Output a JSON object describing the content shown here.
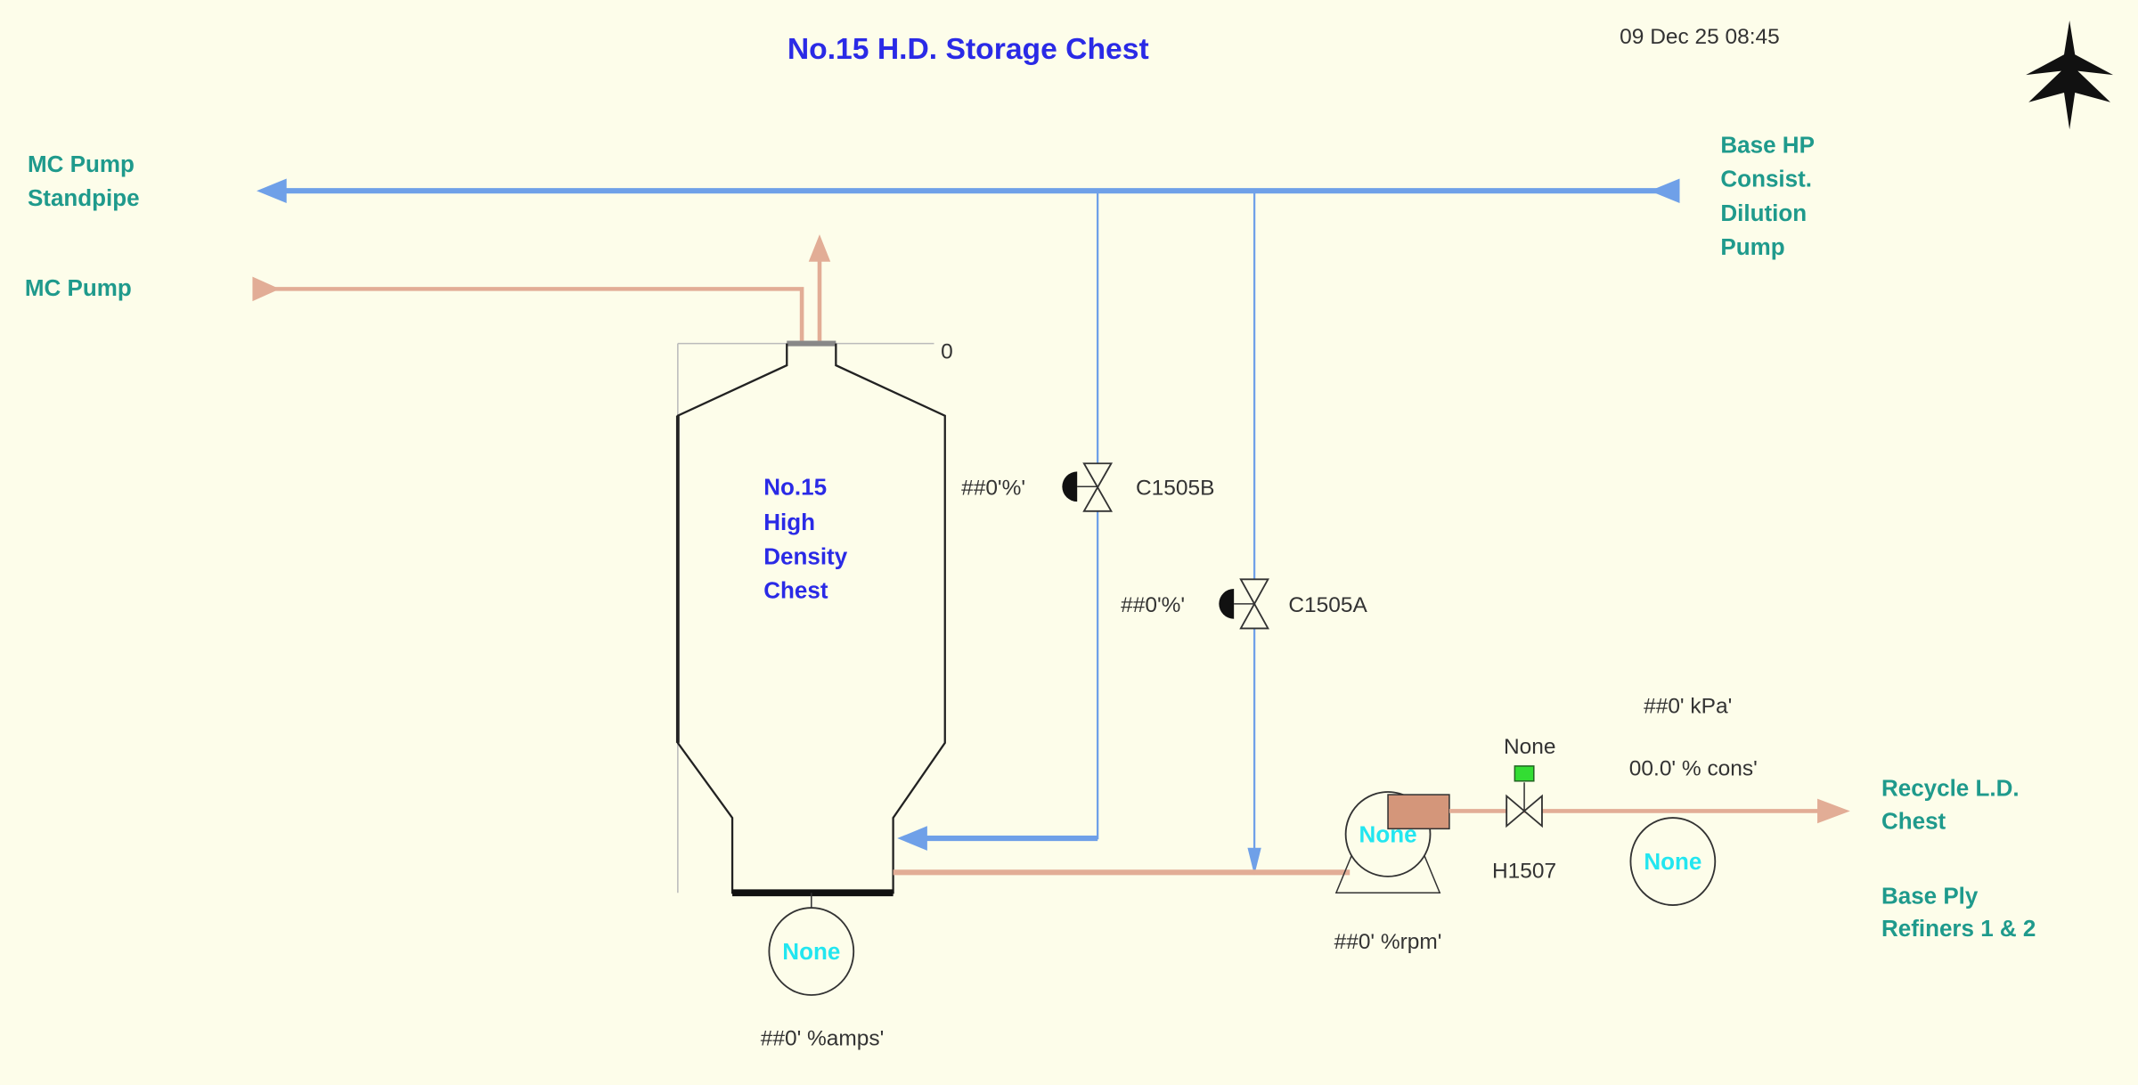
{
  "header": {
    "title": "No.15 H.D. Storage Chest",
    "datetime": "09 Dec 25 08:45",
    "logo_icon": "fern-logo-icon"
  },
  "labels": {
    "mc_pump_standpipe": [
      "MC Pump",
      "Standpipe"
    ],
    "mc_pump": "MC Pump",
    "base_hp": [
      "Base HP",
      "Consist.",
      "Dilution",
      "Pump"
    ],
    "recycle": [
      "Recycle L.D.",
      "Chest"
    ],
    "base_ply": [
      "Base Ply",
      "Refiners 1 & 2"
    ]
  },
  "tank": {
    "label": [
      "No.15",
      "High",
      "Density",
      "Chest"
    ],
    "level_value": "0",
    "agitator_status": "None",
    "agitator_amps": "##0' %amps'"
  },
  "valves": {
    "c1505b": {
      "tag": "C1505B",
      "value": "##0'%'"
    },
    "c1505a": {
      "tag": "C1505A",
      "value": "##0'%'"
    },
    "h1507": {
      "tag": "H1507",
      "status": "None"
    }
  },
  "pump": {
    "status": "None",
    "speed": "##0' %rpm'"
  },
  "discharge": {
    "pressure": "##0' kPa'",
    "consistency": "00.0' % cons'",
    "status": "None"
  },
  "colors": {
    "water": "#6fa0e8",
    "stock": "#e2ad96",
    "teal": "#1f9a8c",
    "title": "#2a2ae6"
  }
}
